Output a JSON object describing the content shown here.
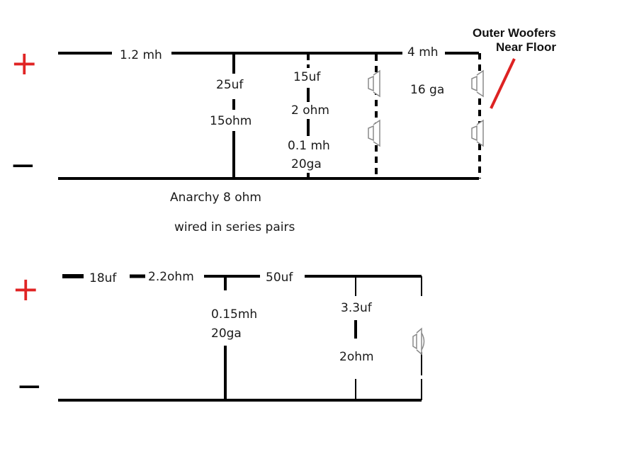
{
  "colors": {
    "wire": "#000000",
    "plus": "#e02424",
    "minus": "#000000",
    "pointer": "#dd2222",
    "speaker": "#8a8a8a"
  },
  "woofer_circuit": {
    "positive_sign": "+",
    "negative_sign": "−",
    "series_inductor": "1.2 mh",
    "shunt_1": {
      "capacitor": "25uf",
      "resistor": "15ohm"
    },
    "shunt_2": {
      "capacitor": "15uf",
      "resistor": "2 ohm",
      "inductor": "0.1 mh",
      "gauge": "20ga"
    },
    "second_inductor": "4 mh",
    "outer_gauge": "16 ga",
    "note_line1": "Outer Woofers",
    "note_line2": "Near Floor",
    "speaker_icon": "speaker-icon",
    "caption_line1": "Anarchy 8 ohm",
    "caption_line2": "wired in series pairs"
  },
  "tweeter_circuit": {
    "positive_sign": "+",
    "negative_sign": "−",
    "series_cap_1": "18uf",
    "series_resistor": "2.2ohm",
    "series_cap_2": "50uf",
    "shunt_1": {
      "inductor": "0.15mh",
      "gauge": "20ga"
    },
    "shunt_2": {
      "capacitor": "3.3uf",
      "resistor": "2ohm"
    },
    "tweeter_icon": "tweeter-icon"
  }
}
